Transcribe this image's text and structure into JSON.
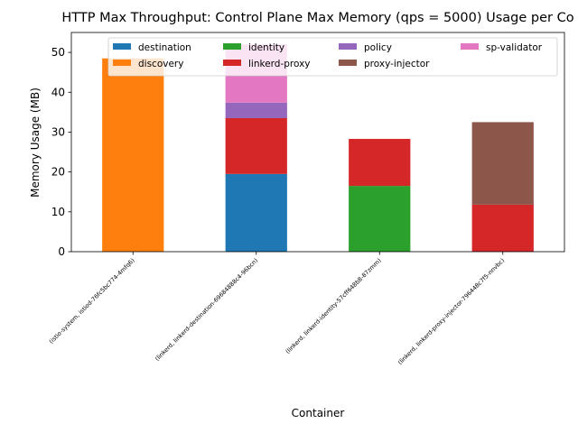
{
  "chart_data": {
    "type": "bar",
    "stacked": true,
    "title": "HTTP Max Throughput: Control Plane Max Memory (qps = 5000) Usage per Co",
    "xlabel": "Container",
    "ylabel": "Memory Usage (MB)",
    "ylim": [
      0,
      55
    ],
    "yticks": [
      0,
      10,
      20,
      30,
      40,
      50
    ],
    "grid": false,
    "legend_placement": "top-center",
    "categories": [
      "(istio-system, istiod-76fc5bc774-4mfq6)",
      "(linkerd, linkerd-destination-69684888c4-96bcn)",
      "(linkerd, linkerd-identity-57cff648b8-87zmm)",
      "(linkerd, linkerd-proxy-injector-796448c7f5-nnvbc)"
    ],
    "series": [
      {
        "name": "destination",
        "color": "#1f77b4",
        "values": [
          0,
          19.5,
          0,
          0
        ]
      },
      {
        "name": "discovery",
        "color": "#ff7f0e",
        "values": [
          48.5,
          0,
          0,
          0
        ]
      },
      {
        "name": "identity",
        "color": "#2ca02c",
        "values": [
          0,
          0,
          16.5,
          0
        ]
      },
      {
        "name": "linkerd-proxy",
        "color": "#d62728",
        "values": [
          0,
          14.0,
          11.8,
          11.8
        ]
      },
      {
        "name": "policy",
        "color": "#9467bd",
        "values": [
          0,
          3.9,
          0,
          0
        ]
      },
      {
        "name": "proxy-injector",
        "color": "#8c564b",
        "values": [
          0,
          0,
          0,
          20.7
        ]
      },
      {
        "name": "sp-validator",
        "color": "#e377c2",
        "values": [
          0,
          14.6,
          0,
          0
        ]
      }
    ]
  }
}
